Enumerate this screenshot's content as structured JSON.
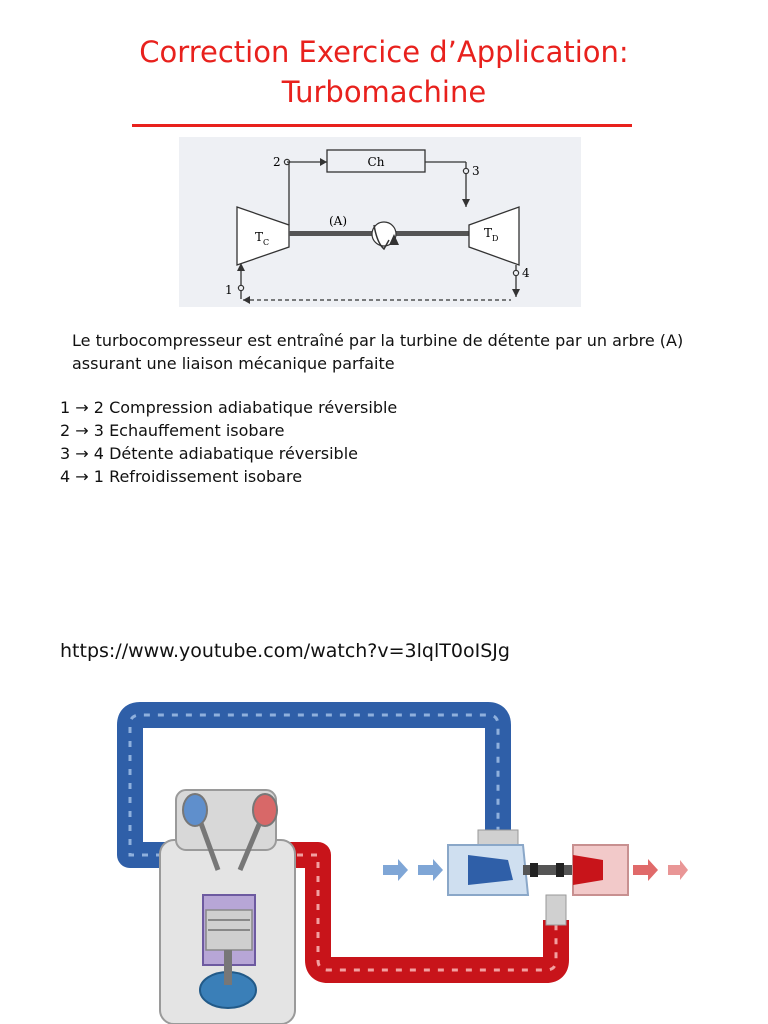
{
  "title": {
    "line1": "Correction Exercice d’Application:",
    "line2": "Turbomachine"
  },
  "schematic": {
    "chamber_label": "Ch",
    "compressor_label": "T",
    "compressor_sub": "C",
    "turbine_label": "T",
    "turbine_sub": "D",
    "shaft_label": "(A)",
    "point_1": "1",
    "point_2": "2",
    "point_3": "3",
    "point_4": "4"
  },
  "intro_text": "Le turbocompresseur est entraîné par la turbine de détente par un arbre (A) assurant une liaison mécanique parfaite",
  "steps": [
    {
      "from": "1",
      "to": "2",
      "text": "Compression adiabatique réversible"
    },
    {
      "from": "2",
      "to": "3",
      "text": "Echauffement isobare"
    },
    {
      "from": "3",
      "to": "4",
      "text": "Détente adiabatique réversible"
    },
    {
      "from": "4",
      "to": "1",
      "text": "Refroidissement isobare"
    }
  ],
  "arrow_glyph": "→",
  "video_url": "https://www.youtube.com/watch?v=3lqlT0oISJg",
  "colors": {
    "title": "#e8211d",
    "cold_pipe": "#2f5fa8",
    "hot_pipe": "#c8141a"
  }
}
